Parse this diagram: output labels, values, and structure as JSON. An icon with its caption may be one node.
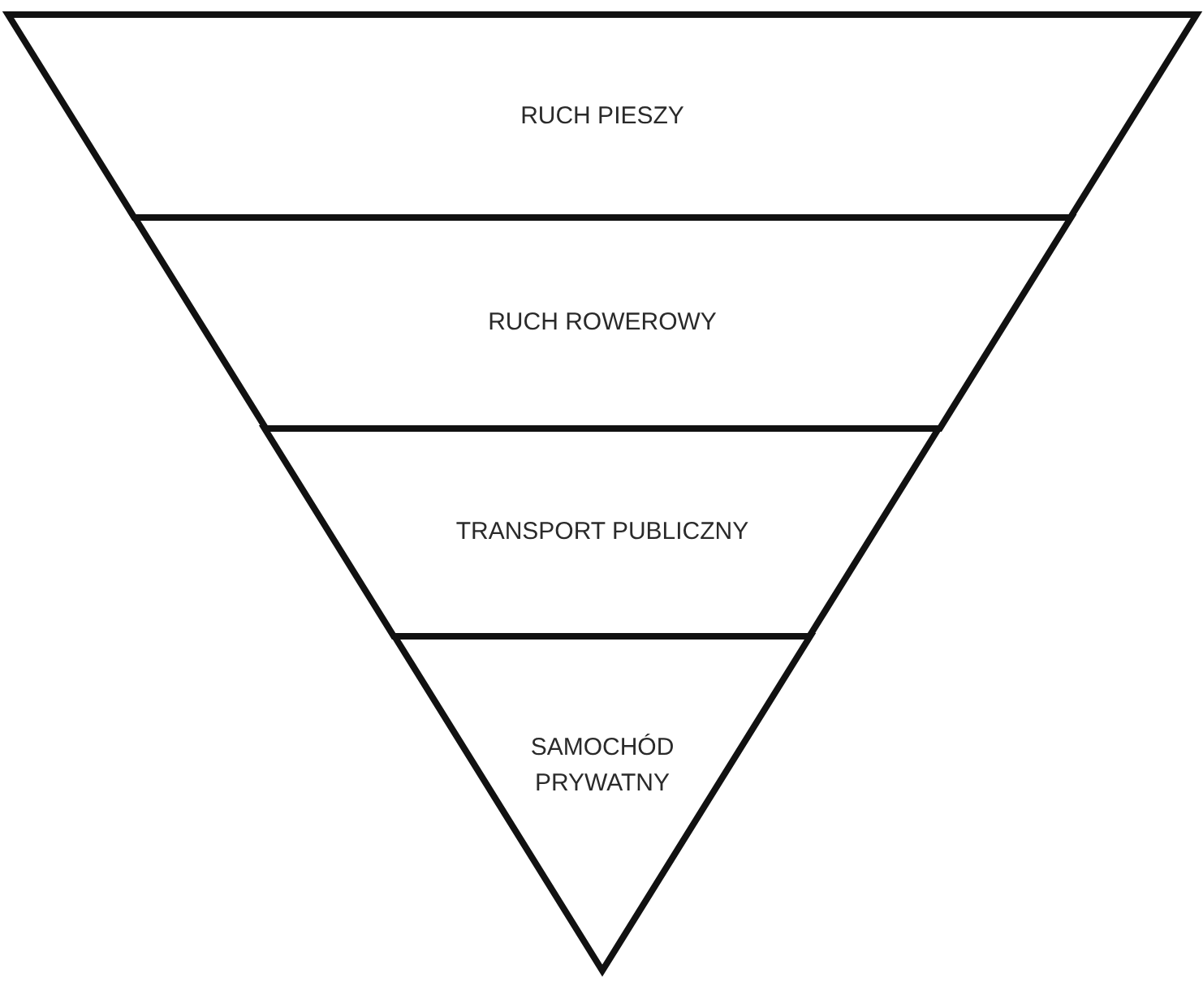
{
  "diagram": {
    "nodes": [
      {
        "text": [
          "RUCH PIESZY"
        ]
      },
      {
        "text": [
          "RUCH ROWEROWY"
        ]
      },
      {
        "text": [
          "TRANSPORT PUBLICZNY"
        ]
      },
      {
        "text": [
          "SAMOCHÓD PRYWATNY"
        ]
      }
    ]
  }
}
